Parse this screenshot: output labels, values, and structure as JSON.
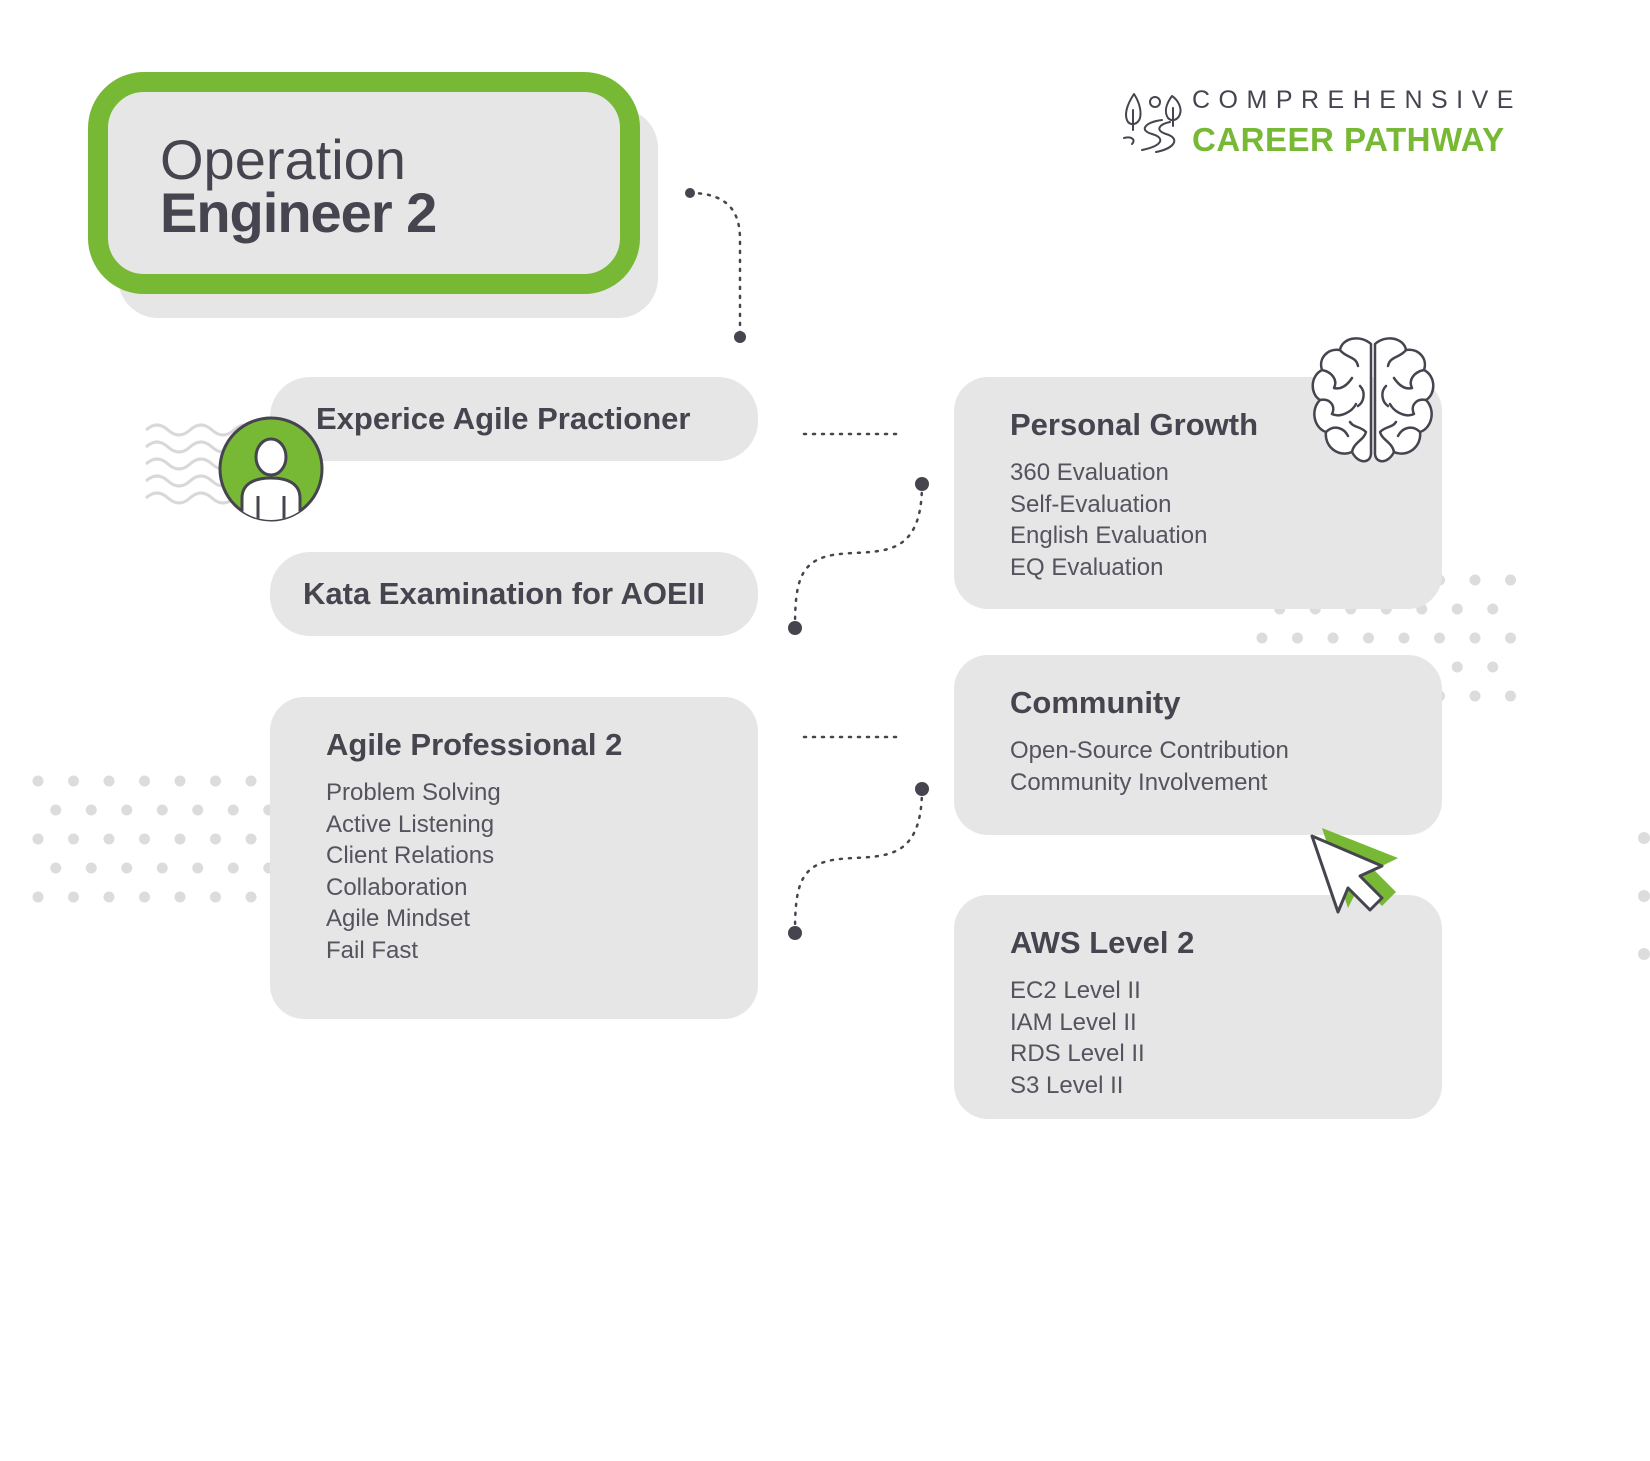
{
  "header": {
    "role_line1": "Operation",
    "role_line2": "Engineer 2"
  },
  "logo": {
    "line1": "COMPREHENSIVE",
    "line2": "CAREER PATHWAY",
    "icon": "road-trees-icon"
  },
  "colors": {
    "accent": "#77b935",
    "text": "#46444f",
    "card": "#e6e6e6",
    "dots": "#dcdcdc"
  },
  "steps": {
    "agile_practitioner": "Experice Agile Practioner",
    "kata_exam": "Kata Examination for AOEII"
  },
  "cards": {
    "agile_professional": {
      "title": "Agile Professional 2",
      "items": [
        "Problem Solving",
        "Active Listening",
        "Client Relations",
        "Collaboration",
        "Agile Mindset",
        "Fail Fast"
      ]
    },
    "personal_growth": {
      "title": "Personal Growth",
      "items": [
        "360 Evaluation",
        "Self-Evaluation",
        "English Evaluation",
        "EQ Evaluation"
      ]
    },
    "community": {
      "title": "Community",
      "items": [
        "Open-Source Contribution",
        "Community Involvement"
      ]
    },
    "aws": {
      "title": "AWS Level 2",
      "items": [
        "EC2 Level II",
        "IAM Level II",
        "RDS Level II",
        "S3 Level II"
      ]
    }
  },
  "icons": {
    "avatar": "user-avatar-icon",
    "brain": "brain-icon",
    "cursor": "cursor-arrow-icon"
  }
}
